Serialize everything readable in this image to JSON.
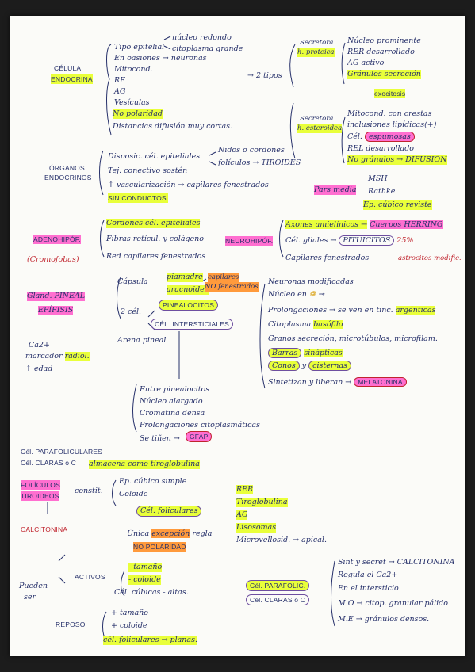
{
  "celula": {
    "title_1": "CÉLULA",
    "title_2": "ENDOCRINA",
    "items": [
      "Tipo epitelial",
      "En oasiones → neuronas",
      "Mitocond.",
      "RE",
      "AG",
      "Vesículas",
      "No polaridad",
      "Distancias difusión muy cortas."
    ],
    "epi_1": "núcleo redondo",
    "epi_2": "citoplasma grande",
    "tipos": "→ 2 tipos"
  },
  "secretora_proteica": {
    "label_1": "Secretora",
    "label_2": "h. proteica",
    "items": [
      "Núcleo prominente",
      "RER desarrollado",
      "AG activo",
      "Gránulos secreción"
    ],
    "exo": "exocitosis"
  },
  "secretora_esteroidea": {
    "label_1": "Secretora",
    "label_2": "h. esteroidea",
    "items": [
      "Mitocond. con crestas",
      "inclusiones lipídicas(+)",
      "REL desarrollado",
      "No gránulos → DIFUSIÓN"
    ],
    "espum_pre": "Cél.",
    "espum": "espumosas"
  },
  "organos": {
    "title_1": "ÓRGANOS",
    "title_2": "ENDOCRINOS",
    "items": [
      "Disposic. cél. epiteliales",
      "Tej. conectivo sostén",
      "↑ vascularización → capilares fenestrados",
      "SIN CONDUCTOS."
    ],
    "nidos_1": "Nidos o cordones",
    "nidos_2": "folículos → TIROIDES"
  },
  "pars": {
    "label": "Pars media",
    "msh": "MSH",
    "rathke": "Rathke",
    "epit": "Ep. cúbico reviste"
  },
  "adenohipof": {
    "label": "ADENOHIPÓF.",
    "sub": "(Cromofobas)",
    "items": [
      "Cordones cél. epiteliales",
      "Fibras retícul. y colágeno",
      "Red capilares fenestrados"
    ]
  },
  "neurohipof": {
    "label": "NEUROHIPÓF.",
    "axones_a": "Axones amielínicos →",
    "axones_b": "Cuerpos HERRING",
    "gliales_a": "Cél. gliales →",
    "gliales_b": "PITUICITOS",
    "pct": "25%",
    "cap": "Capilares fenestrados",
    "astro": "astrocitos modific."
  },
  "pineal": {
    "label_1": "Gland. PINEAL",
    "label_2": "EPÍFISIS",
    "capsula": "Cápsula",
    "piamadre": "piamadre",
    "aracnoides": "aracnoides",
    "capilares_1": "capilares",
    "capilares_2": "NO fenestrados",
    "dos_cel": "2 cél.",
    "pinealocitos": "PINEALOCITOS",
    "intersticiales": "CÉL. INTERSTICIALES",
    "arena": "Arena pineal",
    "ca": "Ca2+",
    "marcador_a": "marcador",
    "marcador_b": "radiol.",
    "edad": "↑ edad",
    "neuronas": "Neuronas modificadas",
    "nucleo_pre": "Núcleo en",
    "prolong_pre": "Prolongaciones → se ven en tinc.",
    "prolong_post": "argénticas",
    "cito_pre": "Citoplasma",
    "cito_post": "basófilo",
    "granos": "Granos secreción, microtúbulos, microfilam.",
    "barras": "Barras",
    "sinapticas": "sinápticas",
    "conos": "Conos",
    "y": "y",
    "cisternas": "cisternas",
    "sint": "Sintetizan y liberan →",
    "melatonina": "MELATONINA",
    "inter_items": [
      "Entre pinealocitos",
      "Núcleo alargado",
      "Cromatina densa",
      "Prolongaciones citoplasmáticas",
      "Se tiñen →"
    ],
    "gfap": "GFAP"
  },
  "tiroides": {
    "parafol": "Cél. PARAFOLICULARES",
    "claras": "Cél. CLARAS o C",
    "coloide_txt": "almacena como tiroglobulina",
    "foliculos": "FOLÍCULOS",
    "tiroideos": "TIROIDEOS",
    "constit": "constit.",
    "ep_cubico": "Ep. cúbico simple",
    "coloide": "Coloide",
    "cel_foliculares": "Cél. foliculares",
    "unica": "Única",
    "excepcion": "excepción",
    "regla": "regla",
    "no_polaridad": "NO POLARIDAD",
    "calcitonina": "CALCITONINA",
    "orgs": [
      "RER",
      "Tiroglobulina",
      "AG",
      "Lisosomas",
      "Microvellosid. → apical."
    ]
  },
  "estados": {
    "pueden_1": "Pueden",
    "pueden_2": "ser",
    "activos": "ACTIVOS",
    "activos_items": [
      "- tamaño",
      "- coloide",
      "Cél. cúbicas - altas."
    ],
    "reposo": "REPOSO",
    "reposo_items": [
      "+ tamaño",
      "+ coloide",
      "cél. foliculares → planas."
    ],
    "parafolic": "Cél. PARAFOLIC.",
    "claras_c": "Cél. CLARAS o C",
    "right_items": [
      "Sint y secret → CALCITONINA",
      "Regula el Ca2+",
      "En el intersticio",
      "M.O → citop. granular pálido",
      "M.E → gránulos densos."
    ]
  }
}
